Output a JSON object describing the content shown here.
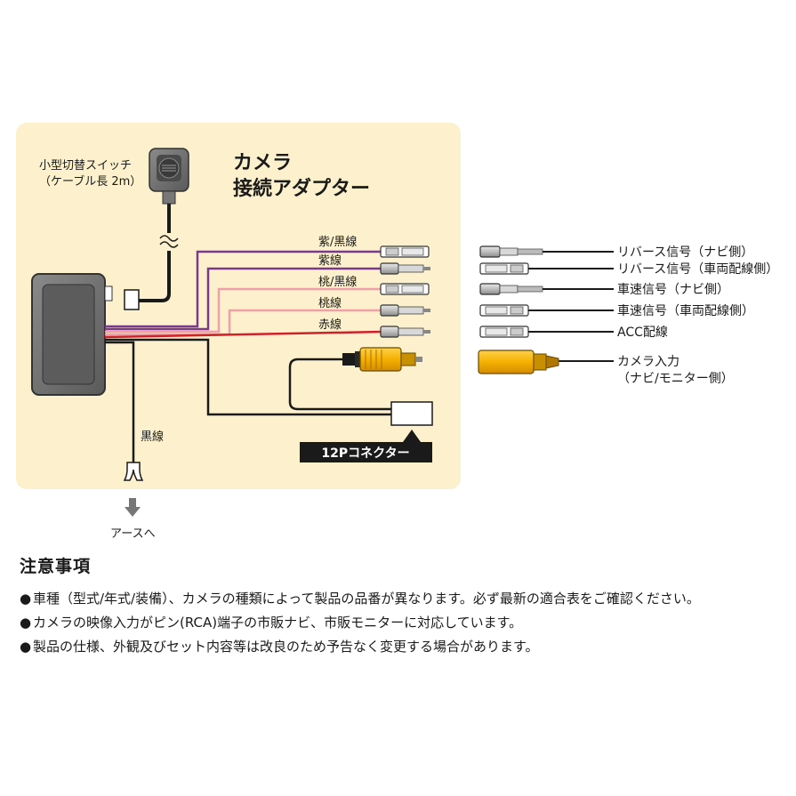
{
  "adapter": {
    "title_line1": "カメラ",
    "title_line2": "接続アダプター",
    "switch_label_line1": "小型切替スイッチ",
    "switch_label_line2": "（ケーブル長 2m）",
    "connector_label": "12Pコネクター",
    "ground_wire_label": "黒線",
    "earth_label": "アースへ"
  },
  "adapter_wires": [
    {
      "label": "紫/黒線",
      "color": "#7a3a8c"
    },
    {
      "label": "紫線",
      "color": "#7a3a8c"
    },
    {
      "label": "桃/黒線",
      "color": "#f0a0a8"
    },
    {
      "label": "桃線",
      "color": "#f0a0a8"
    },
    {
      "label": "赤線",
      "color": "#d0202a"
    }
  ],
  "vehicle_signals": [
    {
      "label": "リバース信号（ナビ側）"
    },
    {
      "label": "リバース信号（車両配線側）"
    },
    {
      "label": "車速信号（ナビ側）"
    },
    {
      "label": "車速信号（車両配線側）"
    },
    {
      "label": "ACC配線"
    }
  ],
  "camera_input": {
    "label_line1": "カメラ入力",
    "label_line2": "（ナビ/モニター側）"
  },
  "notes": {
    "title": "注意事項",
    "items": [
      "車種（型式/年式/装備）、カメラの種類によって製品の品番が異なります。必ず最新の適合表をご確認ください。",
      "カメラの映像入力がピン(RCA)端子の市販ナビ、市販モニターに対応しています。",
      "製品の仕様、外観及びセット内容等は改良のため予告なく変更する場合があります。"
    ]
  },
  "colors": {
    "panel_bg": "#fcf1cc",
    "rca_yellow": "#f5b800",
    "wire_black": "#1a1a1a",
    "box_gray": "#6a6a6a"
  }
}
